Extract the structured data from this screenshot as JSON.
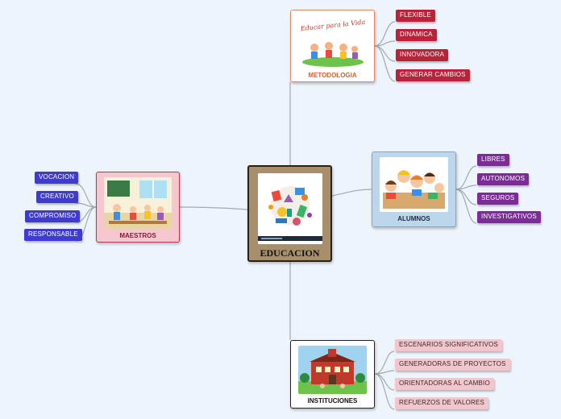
{
  "central": {
    "label": "EDUCACION"
  },
  "metodologia": {
    "label": "METODOLOGIA",
    "picture_text": "Educar para la Vida",
    "items": [
      "FLEXIBLE",
      "DINAMICA",
      "INNOVADORA",
      "GENERAR CAMBIOS"
    ]
  },
  "alumnos": {
    "label": "ALUMNOS",
    "items": [
      "LIBRES",
      "AUTONOMOS",
      "SEGUROS",
      "INVESTIGATIVOS"
    ]
  },
  "maestros": {
    "label": "MAESTROS",
    "items": [
      "VOCACION",
      "CREATIVO",
      "COMPROMISO",
      "RESPONSABLE"
    ]
  },
  "instituciones": {
    "label": "INSTITUCIONES",
    "items": [
      "ESCENARIOS SIGNIFICATIVOS",
      "GENERADORAS DE PROYECTOS",
      "ORIENTADORAS AL CAMBIO",
      "REFUERZOS DE VALORES"
    ]
  },
  "colors": {
    "background": "#eef4fb",
    "metodologia_items": "#b8233a",
    "alumnos_items": "#7a2d94",
    "maestros_items": "#3f3ad0",
    "instituciones_items": "#f2c6cc",
    "connector": "#a0a8b0"
  }
}
